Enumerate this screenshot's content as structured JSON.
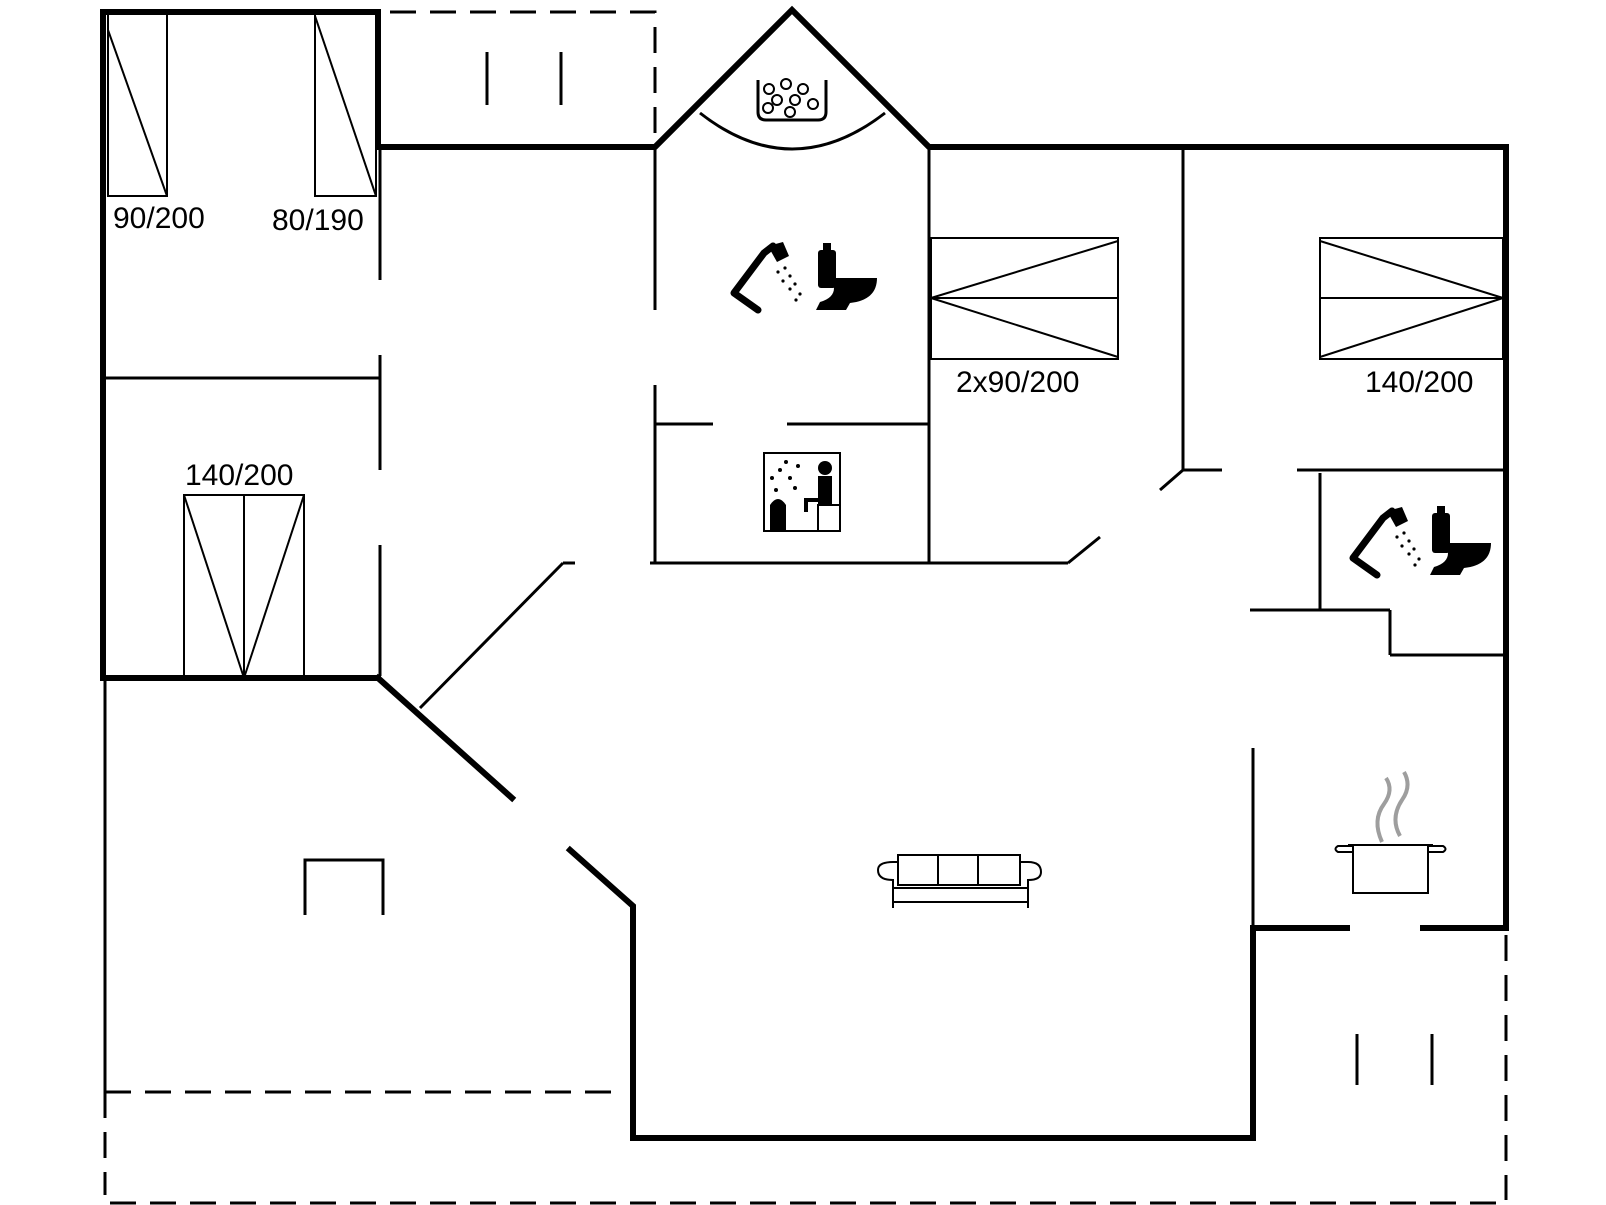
{
  "bed_labels": {
    "bed_90_200": "90/200",
    "bed_80_190": "80/190",
    "bed_140_200_left": "140/200",
    "bed_2x90_200": "2x90/200",
    "bed_140_200_right": "140/200"
  },
  "icons": [
    "bed-icon",
    "shower-icon",
    "toilet-icon",
    "sauna-icon",
    "whirlpool-icon",
    "sofa-icon",
    "cooking-pot-icon",
    "stairs-icon"
  ]
}
